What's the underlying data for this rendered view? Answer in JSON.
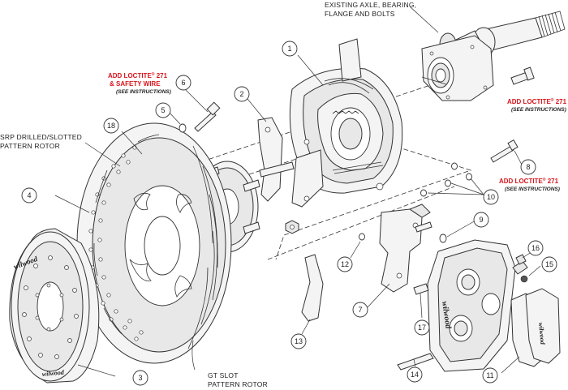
{
  "labels": {
    "axle": [
      "EXISTING AXLE, BEARING,",
      "FLANGE AND BOLTS"
    ],
    "srp_rotor": [
      "SRP DRILLED/SLOTTED",
      "PATTERN ROTOR"
    ],
    "gt_rotor": [
      "GT SLOT",
      "PATTERN ROTOR"
    ]
  },
  "callouts": {
    "loctite_safety": {
      "line1_text": "ADD LOCTITE",
      "line1_sup": "®",
      "line1_num": " 271",
      "line2": "& SAFETY WIRE",
      "note": "(SEE INSTRUCTIONS)"
    },
    "loctite_right": {
      "line1_text": "ADD LOCTITE",
      "line1_sup": "®",
      "line1_num": " 271",
      "note": "(SEE INSTRUCTIONS)"
    },
    "loctite_lower": {
      "line1_text": "ADD LOCTITE",
      "line1_sup": "®",
      "line1_num": " 271",
      "note": "(SEE INSTRUCTIONS)"
    }
  },
  "part_numbers": {
    "n1": "1",
    "n2": "2",
    "n3": "3",
    "n4": "4",
    "n5": "5",
    "n6": "6",
    "n7": "7",
    "n8": "8",
    "n9": "9",
    "n10": "10",
    "n11": "11",
    "n12": "12",
    "n13": "13",
    "n14": "14",
    "n15": "15",
    "n16": "16",
    "n17": "17",
    "n18": "18"
  },
  "brand": "wilwood",
  "colors": {
    "callout_red": "#d8141c",
    "line": "#333333"
  }
}
